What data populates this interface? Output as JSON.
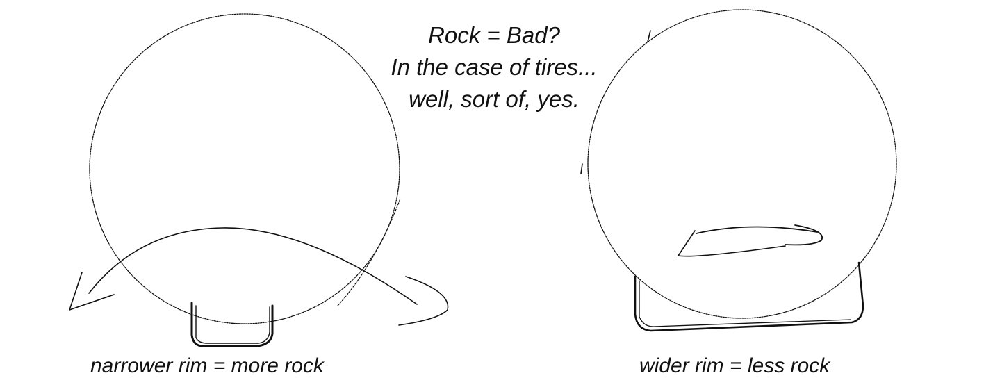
{
  "title": {
    "line1": "Rock = Bad?",
    "line2": "In the case of tires...",
    "line3": "well, sort of, yes."
  },
  "left_diagram": {
    "caption": "narrower rim = more rock"
  },
  "right_diagram": {
    "caption": "wider rim = less rock"
  },
  "colors": {
    "ink": "#111111",
    "background": "#ffffff"
  }
}
